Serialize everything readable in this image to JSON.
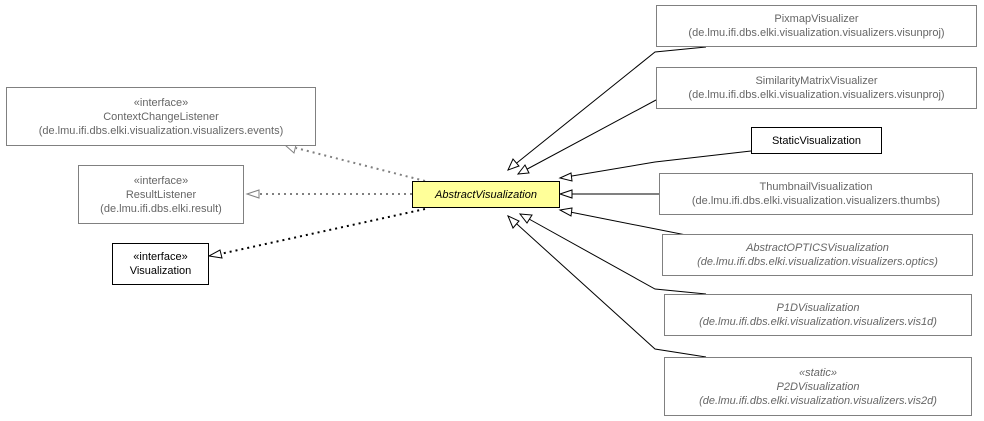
{
  "nodes": {
    "pixmap": {
      "name": "PixmapVisualizer",
      "package": "(de.lmu.ifi.dbs.elki.visualization.visualizers.visunproj)"
    },
    "similarity": {
      "name": "SimilarityMatrixVisualizer",
      "package": "(de.lmu.ifi.dbs.elki.visualization.visualizers.visunproj)"
    },
    "static_vis": {
      "name": "StaticVisualization"
    },
    "thumbnail": {
      "name": "ThumbnailVisualization",
      "package": "(de.lmu.ifi.dbs.elki.visualization.visualizers.thumbs)"
    },
    "optics": {
      "name": "AbstractOPTICSVisualization",
      "package": "(de.lmu.ifi.dbs.elki.visualization.visualizers.optics)"
    },
    "p1d": {
      "name": "P1DVisualization",
      "package": "(de.lmu.ifi.dbs.elki.visualization.visualizers.vis1d)"
    },
    "p2d": {
      "stereotype": "«static»",
      "name": "P2DVisualization",
      "package": "(de.lmu.ifi.dbs.elki.visualization.visualizers.vis2d)"
    },
    "context": {
      "stereotype": "«interface»",
      "name": "ContextChangeListener",
      "package": "(de.lmu.ifi.dbs.elki.visualization.visualizers.events)"
    },
    "result": {
      "stereotype": "«interface»",
      "name": "ResultListener",
      "package": "(de.lmu.ifi.dbs.elki.result)"
    },
    "visualization": {
      "stereotype": "«interface»",
      "name": "Visualization"
    },
    "abstract": {
      "name": "AbstractVisualization"
    }
  },
  "colors": {
    "focus_fill": "#ffff99",
    "grey_border": "#808080",
    "grey_text": "#666666",
    "black": "#000000"
  }
}
